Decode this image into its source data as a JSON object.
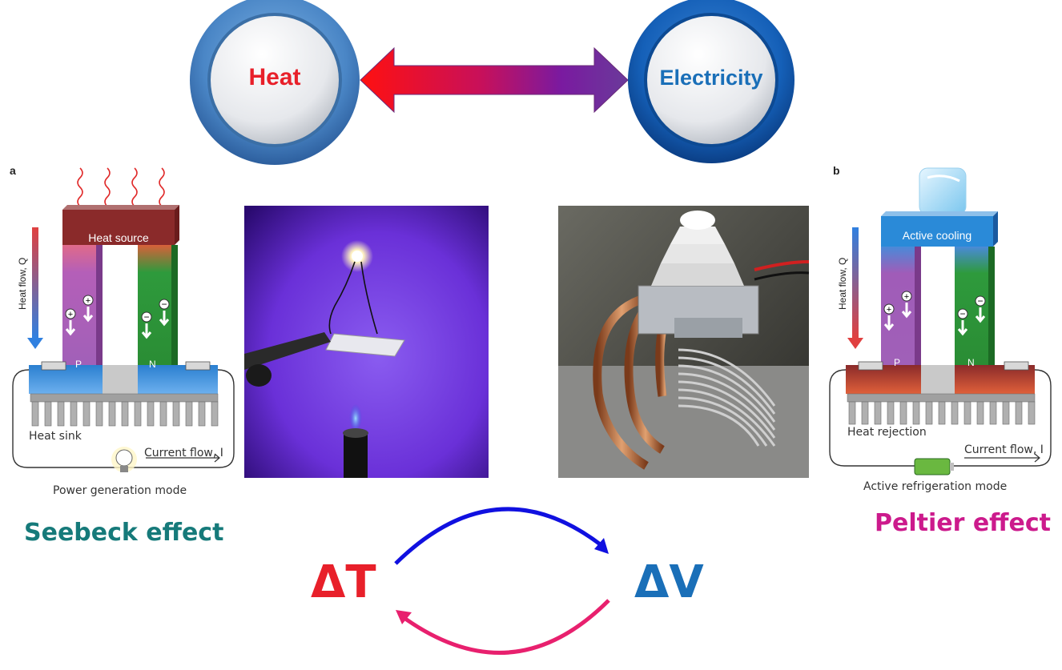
{
  "top": {
    "left_circle_label": "Heat",
    "right_circle_label": "Electricity"
  },
  "panel_a": {
    "letter": "a",
    "heat_source": "Heat source",
    "heat_flow": "Heat flow, Q",
    "p_label": "P",
    "n_label": "N",
    "heat_sink": "Heat sink",
    "current_flow": "Current flow, I",
    "mode": "Power generation mode",
    "effect": "Seebeck effect"
  },
  "panel_b": {
    "letter": "b",
    "active_cooling": "Active cooling",
    "heat_flow": "Heat flow, Q",
    "p_label": "P",
    "n_label": "N",
    "heat_rejection": "Heat rejection",
    "current_flow": "Current flow, I",
    "mode": "Active refrigeration mode",
    "effect": "Peltier effect"
  },
  "cycle": {
    "left": "ΔT",
    "right": "ΔV"
  },
  "colors": {
    "heat_red": "#e8202a",
    "electricity_blue": "#1a6fb8",
    "seebeck_teal": "#167a7a",
    "peltier_magenta": "#cc1a8c",
    "arrow_blue": "#1010e0",
    "arrow_pink": "#e8206e"
  }
}
